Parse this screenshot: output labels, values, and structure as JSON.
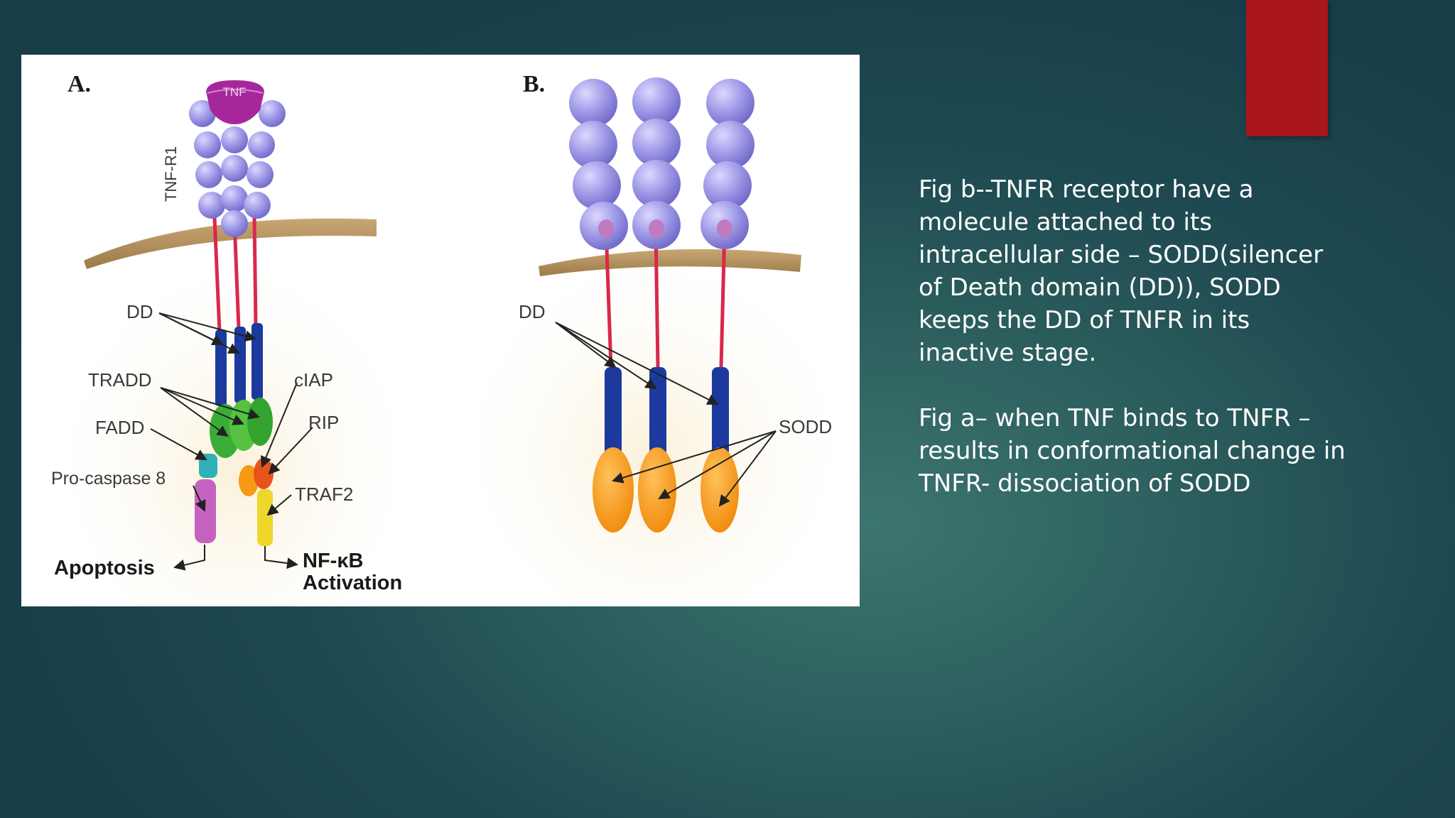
{
  "accent_color": "#a9161b",
  "figure": {
    "panel_a": {
      "heading": "A.",
      "ligand": "TNF",
      "receptor": "TNF-R1",
      "labels": {
        "dd": "DD",
        "tradd": "TRADD",
        "fadd": "FADD",
        "procaspase": "Pro-caspase 8",
        "ciap": "cIAP",
        "rip": "RIP",
        "traf2": "TRAF2"
      },
      "outcome_left": "Apoptosis",
      "outcome_right_line1": "NF-κB",
      "outcome_right_line2": "Activation"
    },
    "panel_b": {
      "heading": "B.",
      "labels": {
        "dd": "DD",
        "sodd": "SODD"
      }
    }
  },
  "notes": {
    "paragraph_1": "Fig b--TNFR receptor have a\nmolecule attached to its\nintracellular side – SODD(silencer\nof Death domain (DD)), SODD\nkeeps the DD of TNFR in its\ninactive stage.",
    "paragraph_2": "Fig a– when TNF binds to TNFR –\nresults in conformational change in\nTNFR- dissociation of SODD"
  }
}
